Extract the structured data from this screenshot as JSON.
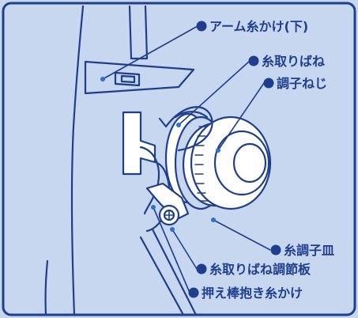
{
  "colors": {
    "background": "#c6d7ef",
    "ink": "#1f3f8e",
    "dot": "#2e6fd0",
    "paper": "#ffffff"
  },
  "labels": {
    "arm_guide_lower": "アーム糸かけ(下)",
    "take_up_spring": "糸取りばね",
    "adjust_screw": "調子ねじ",
    "tension_dish": "糸調子皿",
    "spring_adjust_plate": "糸取りばね調節板",
    "presser_bar_guide": "押え棒抱き糸かけ"
  }
}
